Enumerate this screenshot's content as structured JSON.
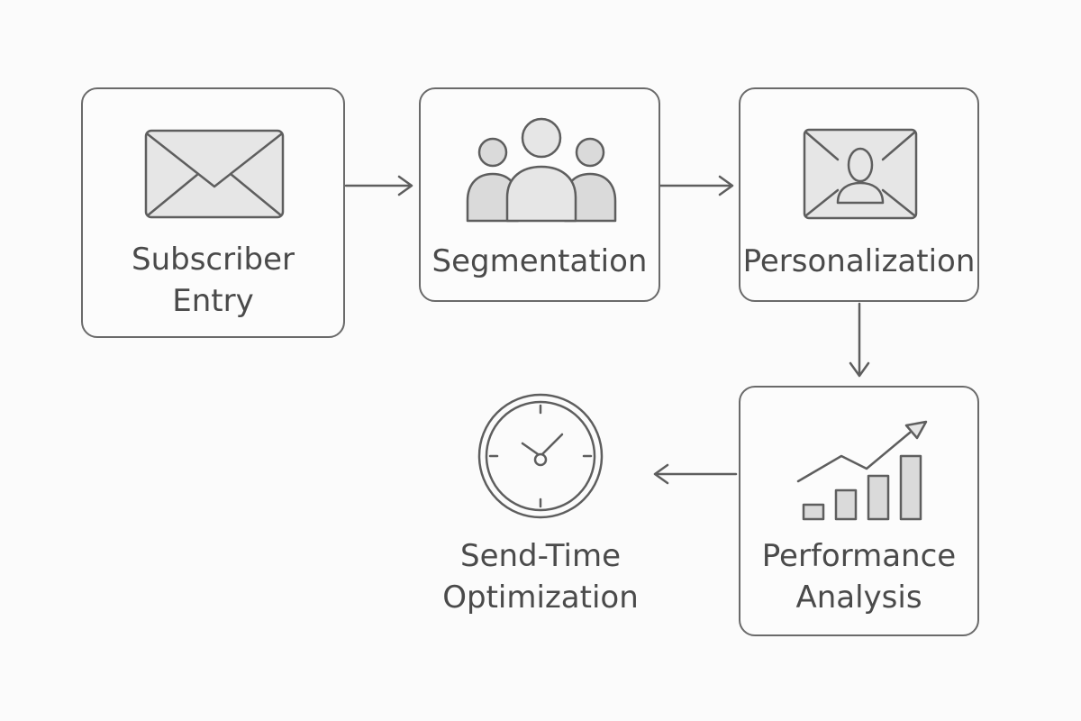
{
  "diagram": {
    "nodes": [
      {
        "id": "subscriber-entry",
        "lines": [
          "Subscriber",
          "Entry"
        ],
        "icon": "envelope-icon"
      },
      {
        "id": "segmentation",
        "lines": [
          "Segmentation"
        ],
        "icon": "group-icon"
      },
      {
        "id": "personalization",
        "lines": [
          "Personalization"
        ],
        "icon": "personalized-email-icon"
      },
      {
        "id": "performance-analysis",
        "lines": [
          "Performance",
          "Analysis"
        ],
        "icon": "growth-chart-icon"
      },
      {
        "id": "send-time-optimization",
        "lines": [
          "Send-Time",
          "Optimization"
        ],
        "icon": "clock-icon"
      }
    ],
    "edges": [
      {
        "from": "subscriber-entry",
        "to": "segmentation"
      },
      {
        "from": "segmentation",
        "to": "personalization"
      },
      {
        "from": "personalization",
        "to": "performance-analysis"
      },
      {
        "from": "performance-analysis",
        "to": "send-time-optimization"
      }
    ],
    "colors": {
      "stroke": "#5e5e5e",
      "box_border": "#6a6a6a",
      "text": "#4a4a4a",
      "background": "#fbfbfb"
    }
  }
}
